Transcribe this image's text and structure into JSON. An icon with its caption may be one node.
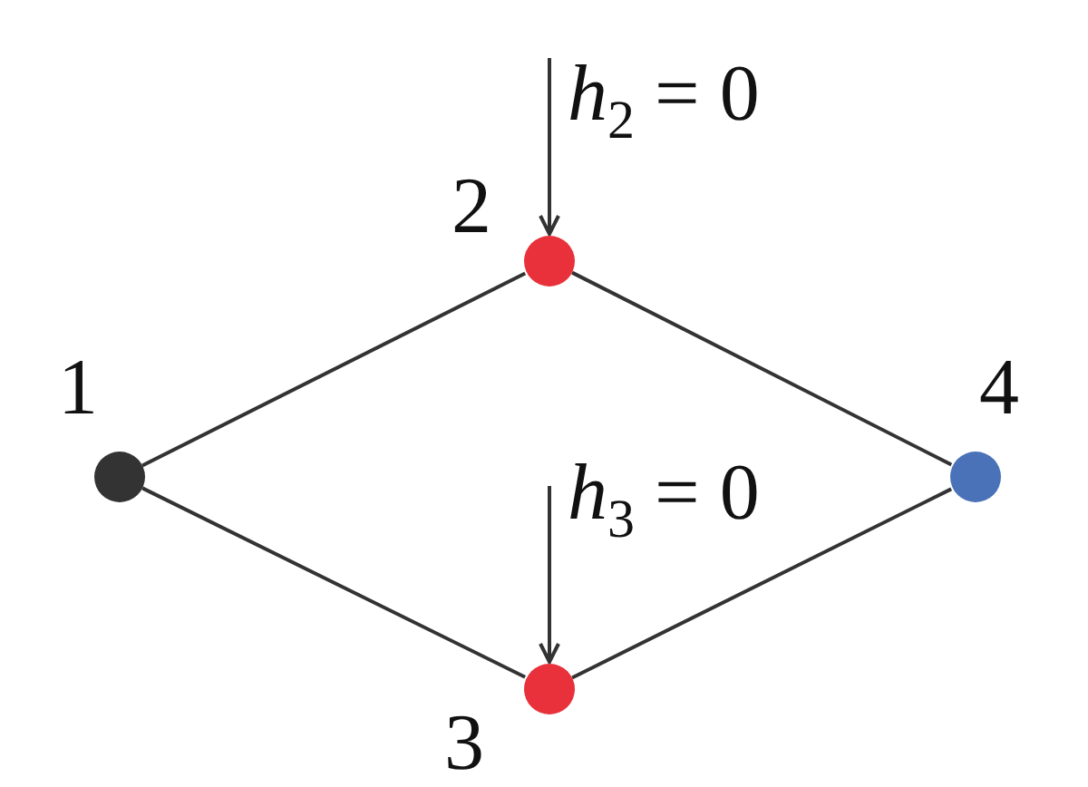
{
  "diagram": {
    "nodes": [
      {
        "text": [],
        "shape": "circle",
        "beside": [
          "1"
        ]
      },
      {
        "text": [],
        "shape": "circle",
        "beside": [
          "2"
        ]
      },
      {
        "text": [],
        "shape": "circle",
        "beside": [
          "3"
        ]
      },
      {
        "text": [],
        "shape": "circle",
        "beside": [
          "4"
        ]
      }
    ],
    "edges": [
      {
        "from": 0,
        "to": 1,
        "arrow": "none"
      },
      {
        "from": 0,
        "to": 2,
        "arrow": "none"
      },
      {
        "from": 1,
        "to": 3,
        "arrow": "none"
      },
      {
        "from": 2,
        "to": 3,
        "arrow": "none"
      },
      {
        "from": null,
        "to": 1,
        "arrow": "to",
        "label": "*h*$_{2}$ = 0"
      },
      {
        "from": null,
        "to": 2,
        "arrow": "to",
        "label": "*h*$_{3}$ = 0"
      }
    ]
  }
}
